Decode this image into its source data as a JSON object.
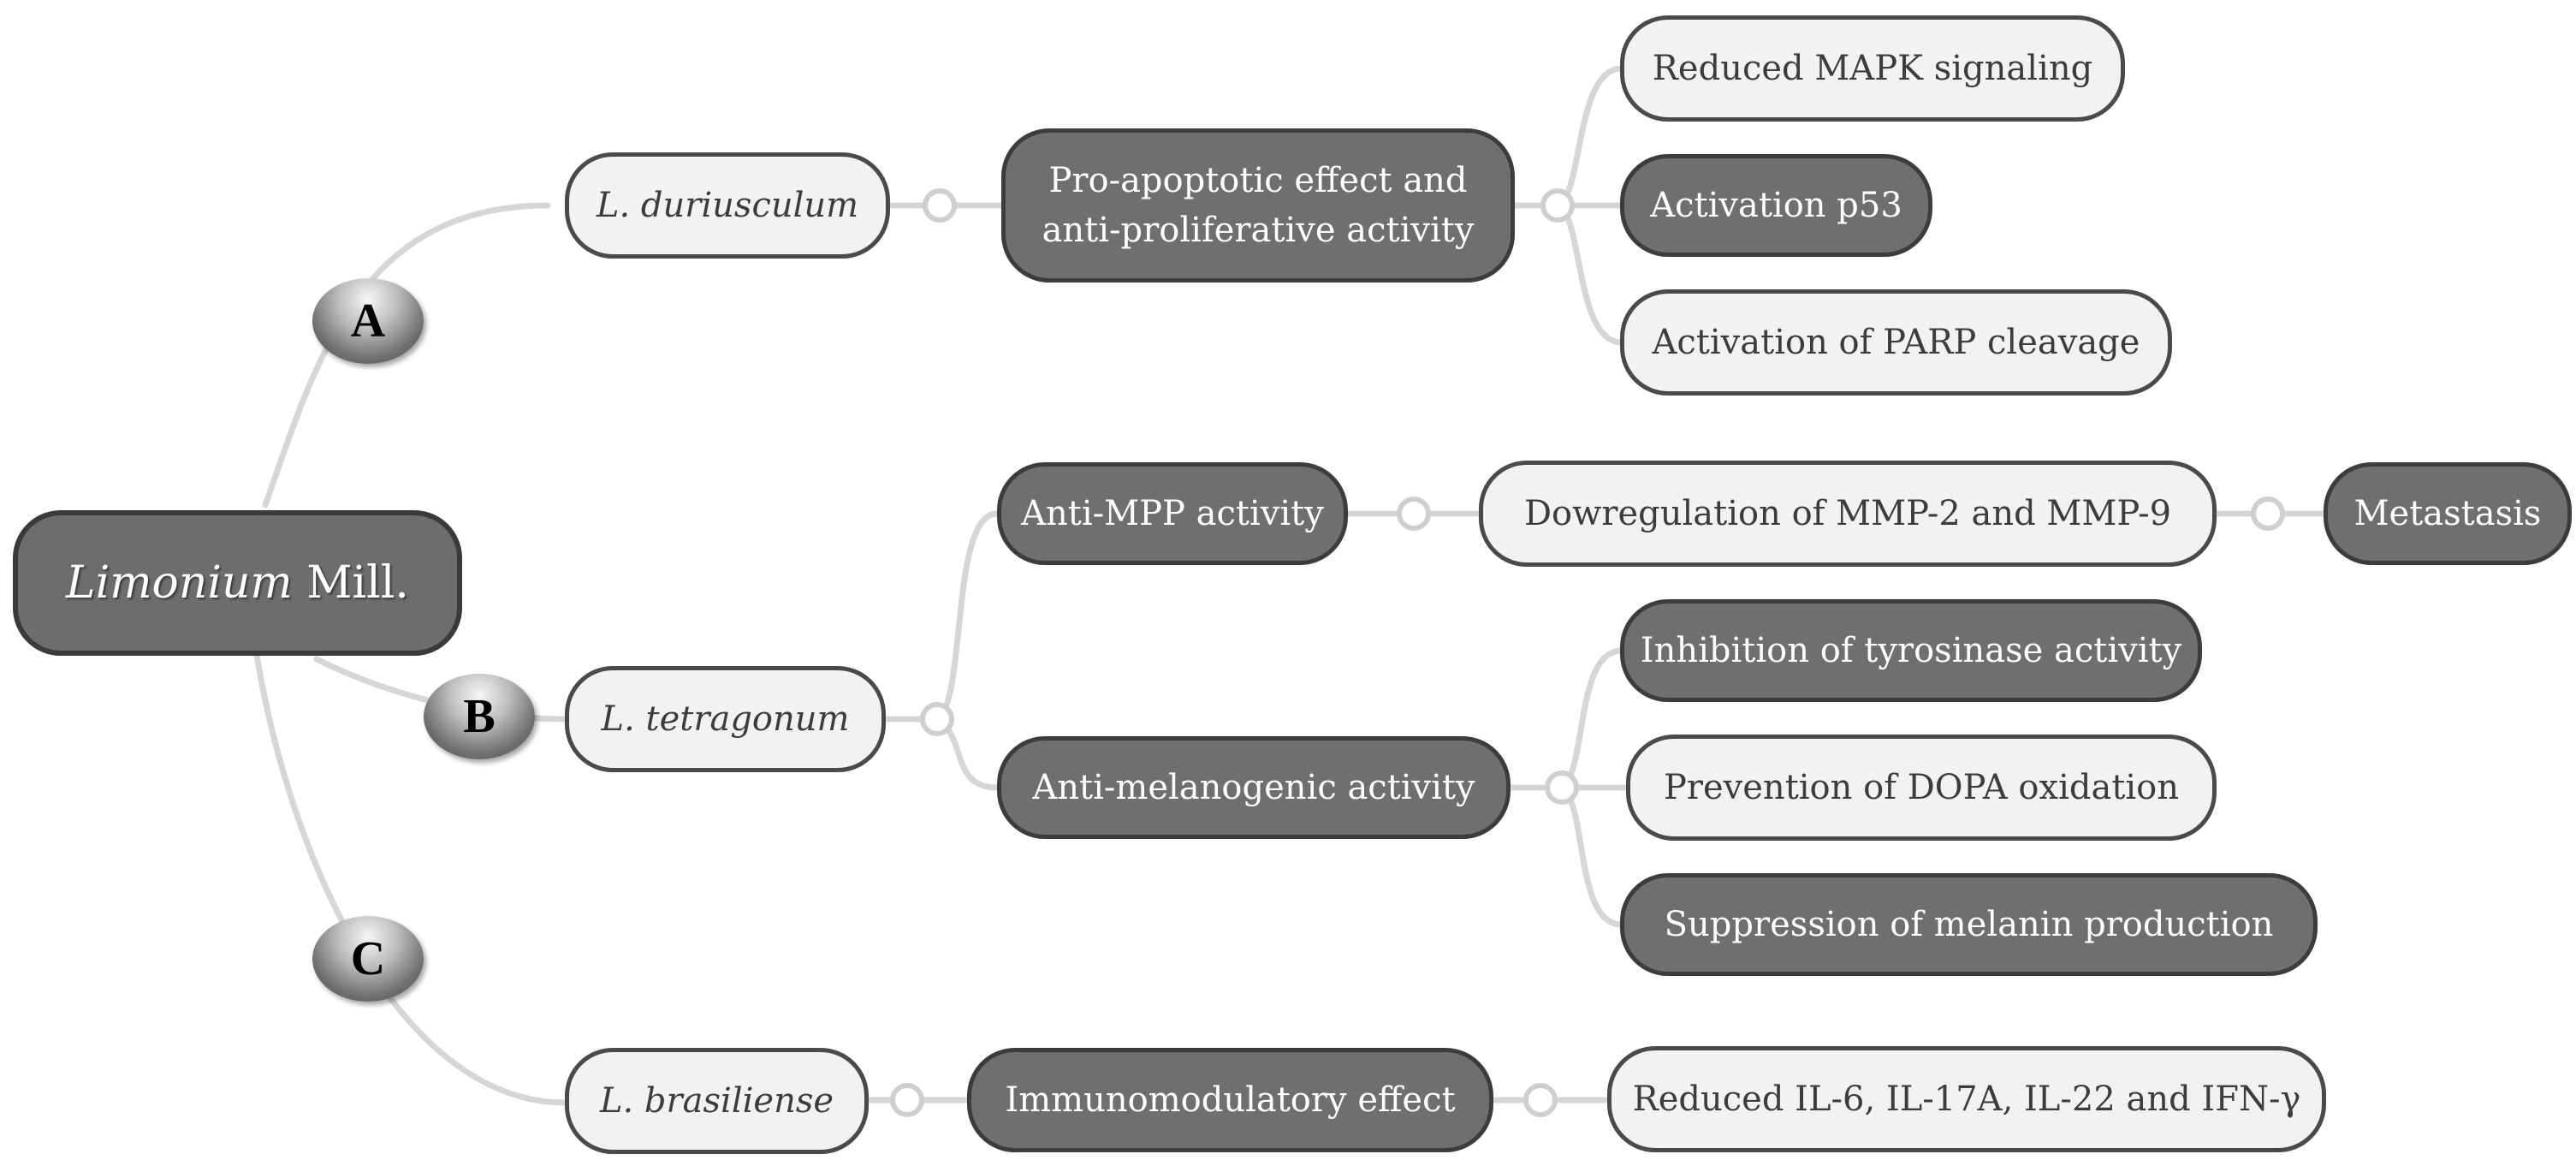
{
  "root": {
    "genus": "Limonium",
    "suffix": "Mill."
  },
  "groups": [
    {
      "badge": "A",
      "species": "L. duriusculum"
    },
    {
      "badge": "B",
      "species": "L. tetragonum"
    },
    {
      "badge": "C",
      "species": "L. brasiliense"
    }
  ],
  "effects": {
    "a_effect_line1": "Pro-apoptotic effect  and",
    "a_effect_line2": "anti-proliferative activity",
    "b_anti_mpp": "Anti-MPP activity",
    "b_anti_melanogenic": "Anti-melanogenic activity",
    "c_immunomodulatory": "Immunomodulatory effect"
  },
  "outcomes": {
    "reduced_mapk": "Reduced MAPK signaling",
    "activation_p53": "Activation p53",
    "activation_parp": "Activation of PARP cleavage",
    "dowregulation_mmp": "Dowregulation of MMP-2 and MMP-9",
    "metastasis": "Metastasis",
    "inhibition_tyrosinase": "Inhibition of tyrosinase activity",
    "prevention_dopa": "Prevention of DOPA oxidation",
    "suppression_melanin": "Suppression of melanin production",
    "reduced_il": "Reduced IL-6, IL-17A, IL-22 and IFN-γ"
  }
}
